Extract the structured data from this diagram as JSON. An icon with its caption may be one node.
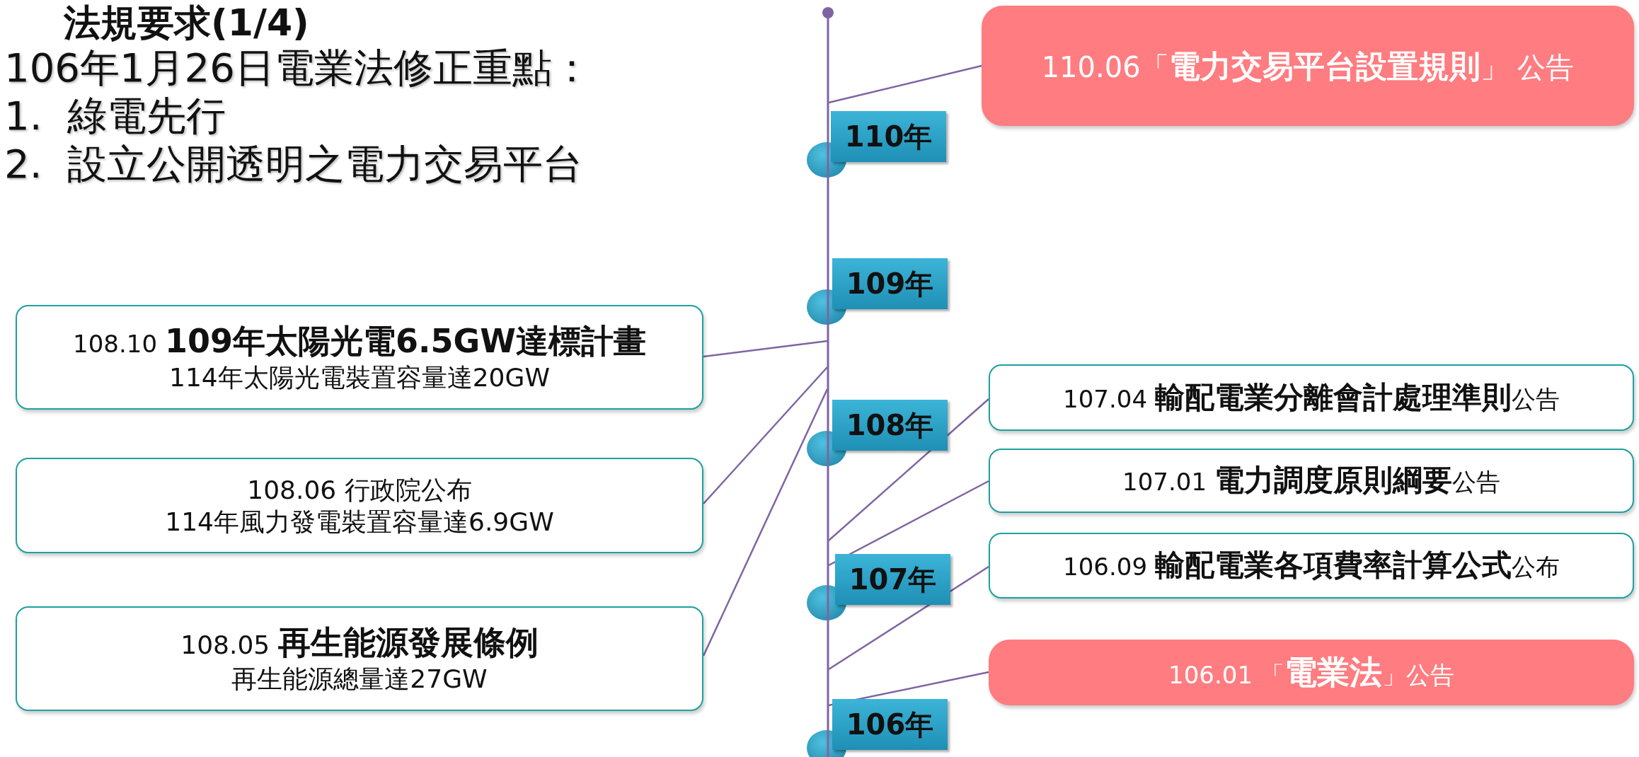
{
  "diagram": {
    "title": "法規要求(1/4)",
    "nodes": [
      {
        "text": [
          "110年"
        ]
      },
      {
        "text": [
          "109年"
        ]
      },
      {
        "text": [
          "108年"
        ]
      },
      {
        "text": [
          "107年"
        ]
      },
      {
        "text": [
          "106年"
        ]
      },
      {
        "text": [
          "110.06「**電力交易平台設置規則**」 公告"
        ]
      },
      {
        "text": [
          "108.10 **109年太陽光電6.5GW達標計畫**",
          "114年太陽光電裝置容量達20GW"
        ]
      },
      {
        "text": [
          "108.06 行政院公布",
          "114年風力發電裝置容量達6.9GW"
        ]
      },
      {
        "text": [
          "108.05 **再生能源發展條例**",
          "再生能源總量達27GW"
        ]
      },
      {
        "text": [
          "107.04 **輸配電業分離會計處理準則**公告"
        ]
      },
      {
        "text": [
          "107.01 **電力調度原則綱要**公告"
        ]
      },
      {
        "text": [
          "106.09 **輸配電業各項費率計算公式**公布"
        ]
      },
      {
        "text": [
          "106.01 「**電業法**」公告"
        ]
      },
      {
        "text": [],
        "shape": "line"
      }
    ],
    "edges": [
      {
        "from": 5,
        "to": 13,
        "arrow": "none"
      },
      {
        "from": 6,
        "to": 13,
        "arrow": "none"
      },
      {
        "from": 7,
        "to": 13,
        "arrow": "none"
      },
      {
        "from": 8,
        "to": 13,
        "arrow": "none"
      },
      {
        "from": 9,
        "to": 13,
        "arrow": "none"
      },
      {
        "from": 10,
        "to": 13,
        "arrow": "none"
      },
      {
        "from": 11,
        "to": 13,
        "arrow": "none"
      },
      {
        "from": 12,
        "to": 13,
        "arrow": "none"
      }
    ],
    "labels": [
      "106年1月26日電業法修正重點：",
      "1.  綠電先行",
      "2.  設立公開透明之電力交易平台"
    ]
  }
}
